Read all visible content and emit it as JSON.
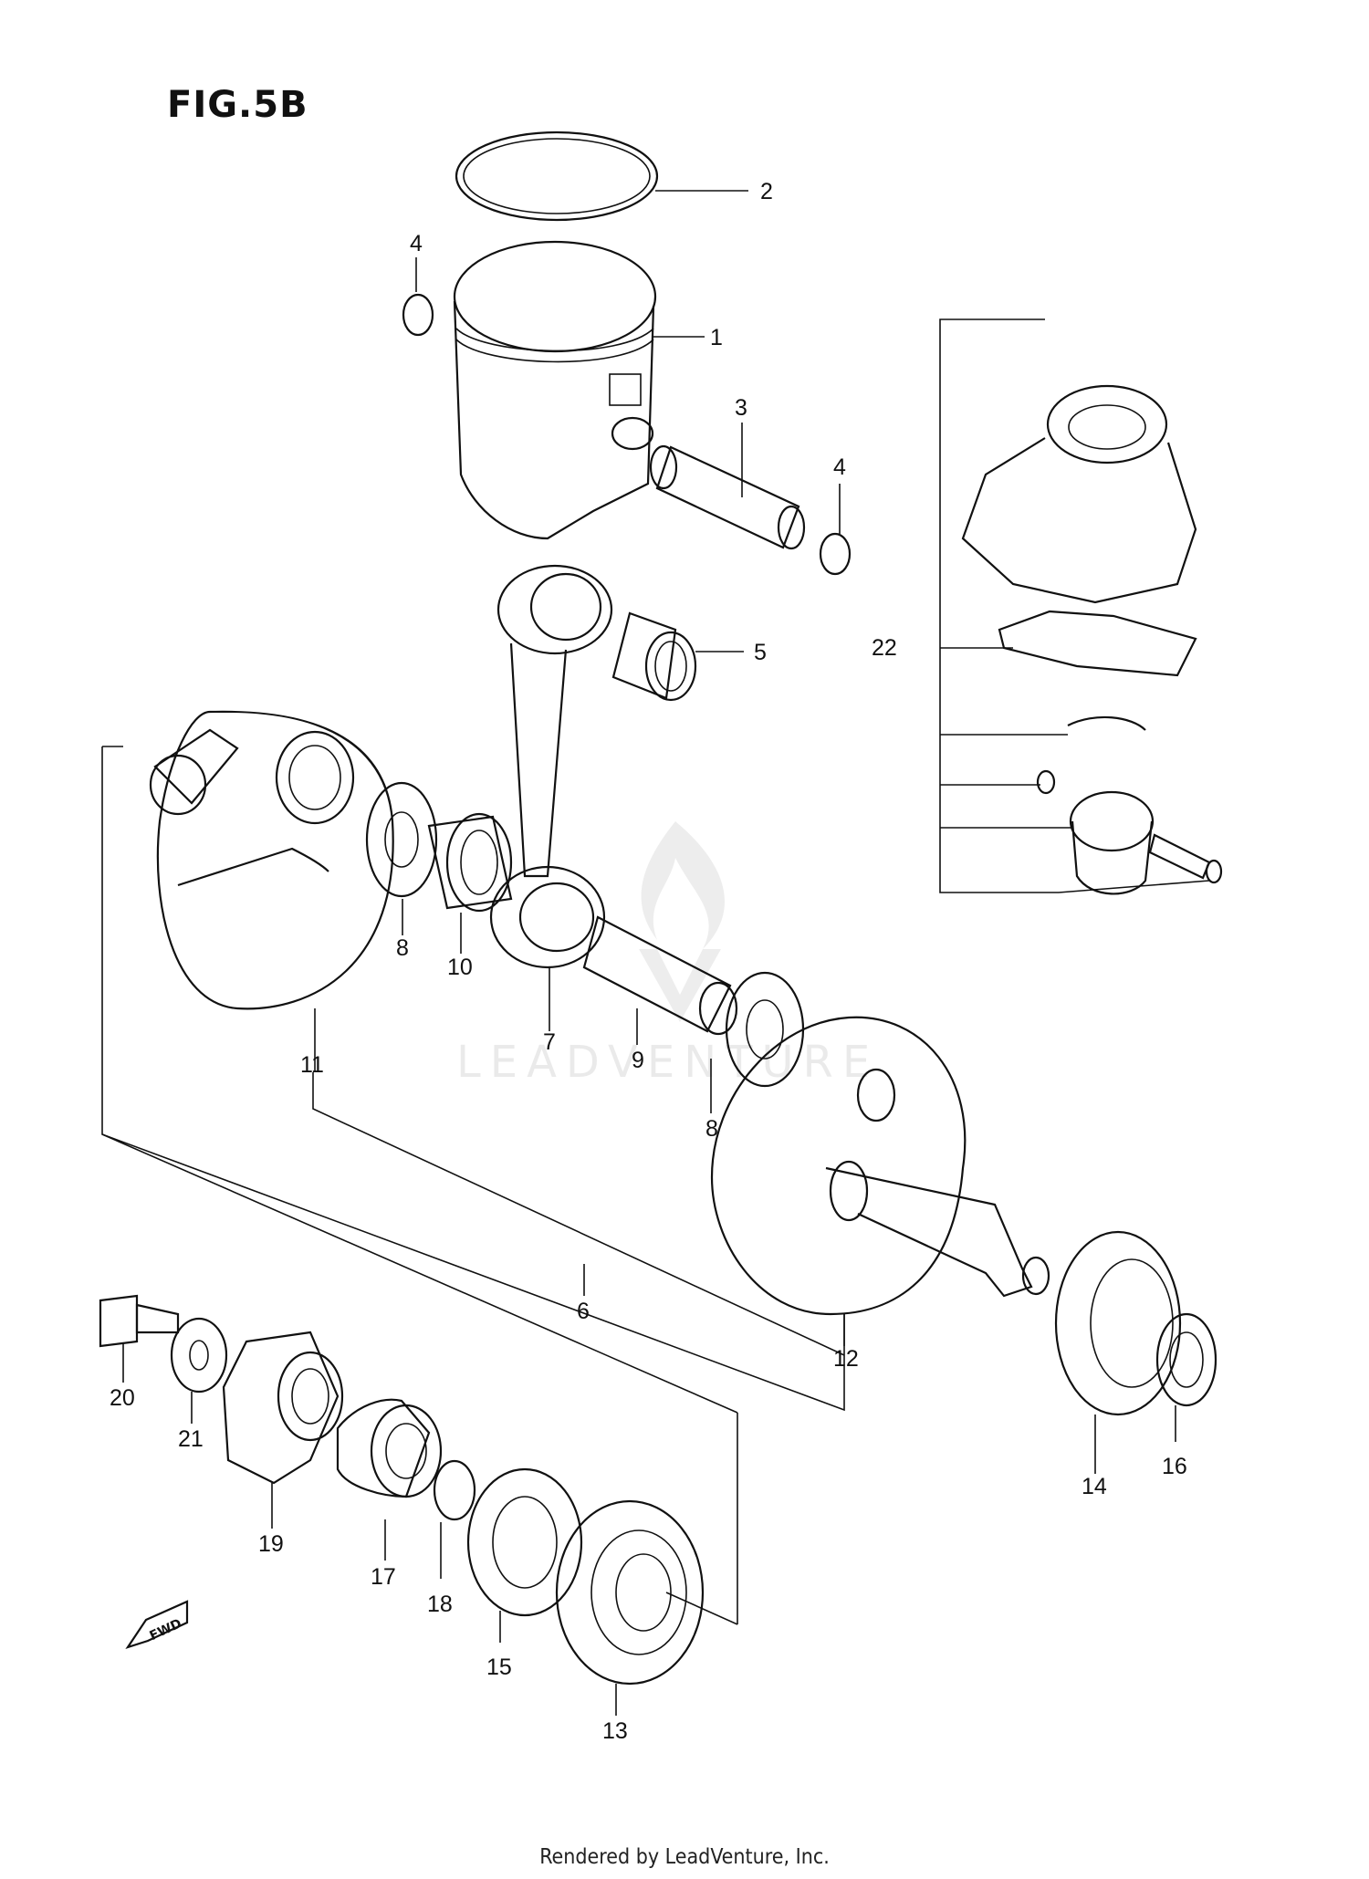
{
  "figure": {
    "title": "FIG.5B"
  },
  "footer": {
    "rendered_by": "Rendered by LeadVenture, Inc."
  },
  "watermark": {
    "text": "LEADVENTURE"
  },
  "fwd_arrow": {
    "label": "FWD"
  },
  "callouts": {
    "p1": "1",
    "p2": "2",
    "p3": "3",
    "p4a": "4",
    "p4b": "4",
    "p5": "5",
    "p6": "6",
    "p7": "7",
    "p8a": "8",
    "p8b": "8",
    "p9": "9",
    "p10": "10",
    "p11": "11",
    "p12": "12",
    "p13": "13",
    "p14": "14",
    "p15": "15",
    "p16": "16",
    "p17": "17",
    "p18": "18",
    "p19": "19",
    "p20": "20",
    "p21": "21",
    "p22": "22"
  }
}
